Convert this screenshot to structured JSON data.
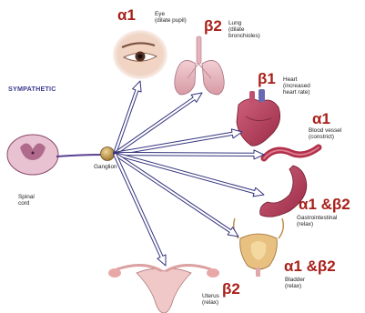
{
  "title": "SYMPATHETIC",
  "colors": {
    "title": "#3b3b8f",
    "receptor": "#a8201a",
    "arrow_fill": "#ffffff",
    "arrow_stroke": "#34347e",
    "cord": "#b06a8c",
    "organ_red": "#b0405a"
  },
  "origin": {
    "spinal_cord": "Spinal\ncord",
    "ganglion": "Ganglion"
  },
  "targets": [
    {
      "key": "eye",
      "receptor": "α1",
      "label": "Eye\n(dilate pupil)",
      "icon": "eye-icon"
    },
    {
      "key": "lung",
      "receptor": "β2",
      "label": "Lung\n(dilate\nbronchioles)",
      "icon": "lungs-icon"
    },
    {
      "key": "heart",
      "receptor": "β1",
      "label": "Heart\n(increased\nheart rate)",
      "icon": "heart-icon"
    },
    {
      "key": "vessel",
      "receptor": "α1",
      "label": "Blood vessel\n(constrict)",
      "icon": "blood-vessel-icon"
    },
    {
      "key": "gi",
      "receptor": "α1 &β2",
      "label": "Gastrointestinal\n(relax)",
      "icon": "stomach-icon"
    },
    {
      "key": "bladder",
      "receptor": "α1 &β2",
      "label": "Bladder\n(relax)",
      "icon": "bladder-icon"
    },
    {
      "key": "uterus",
      "receptor": "β2",
      "label": "Uterus\n(relax)",
      "icon": "uterus-icon"
    }
  ]
}
